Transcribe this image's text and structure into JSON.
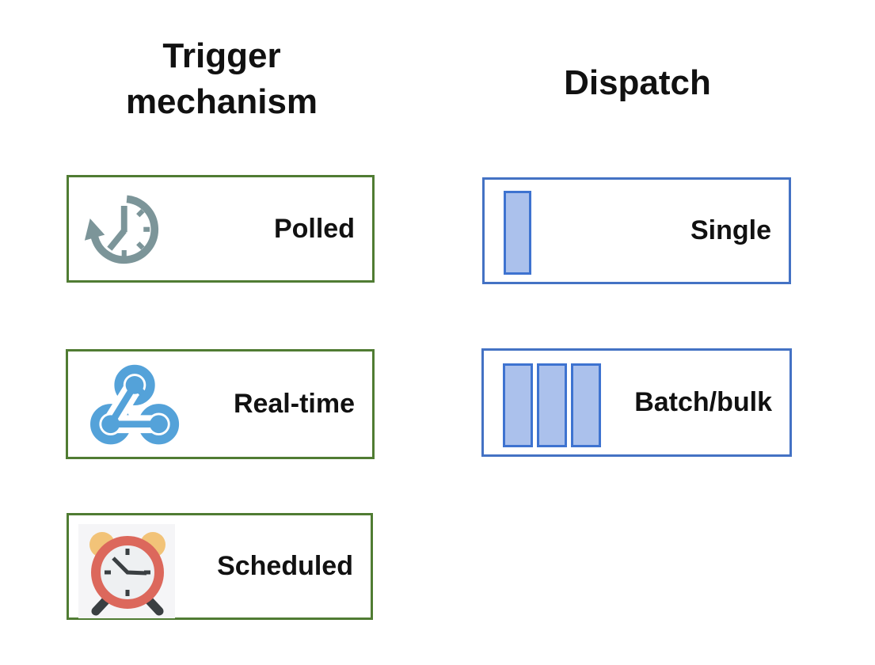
{
  "columns": {
    "trigger": {
      "title": "Trigger mechanism",
      "items": [
        {
          "label": "Polled",
          "icon": "clock-history-icon"
        },
        {
          "label": "Real-time",
          "icon": "webhook-icon"
        },
        {
          "label": "Scheduled",
          "icon": "alarm-clock-icon"
        }
      ]
    },
    "dispatch": {
      "title": "Dispatch",
      "items": [
        {
          "label": "Single",
          "icon": "single-bar-glyph",
          "bar_count": 1
        },
        {
          "label": "Batch/bulk",
          "icon": "triple-bar-glyph",
          "bar_count": 3
        }
      ]
    }
  },
  "colors": {
    "trigger_border": "#507c33",
    "dispatch_border": "#4472c4",
    "bar_fill": "#abc1ec",
    "bar_border": "#3e73d0",
    "clock_slate": "#7c9599",
    "webhook_blue": "#54a2d9",
    "alarm_ring": "#dc685c",
    "alarm_bell": "#f2c378",
    "alarm_face": "#eef0f2",
    "alarm_bg": "#f5f5f7",
    "alarm_dark": "#3a3f42",
    "text": "#111111"
  }
}
